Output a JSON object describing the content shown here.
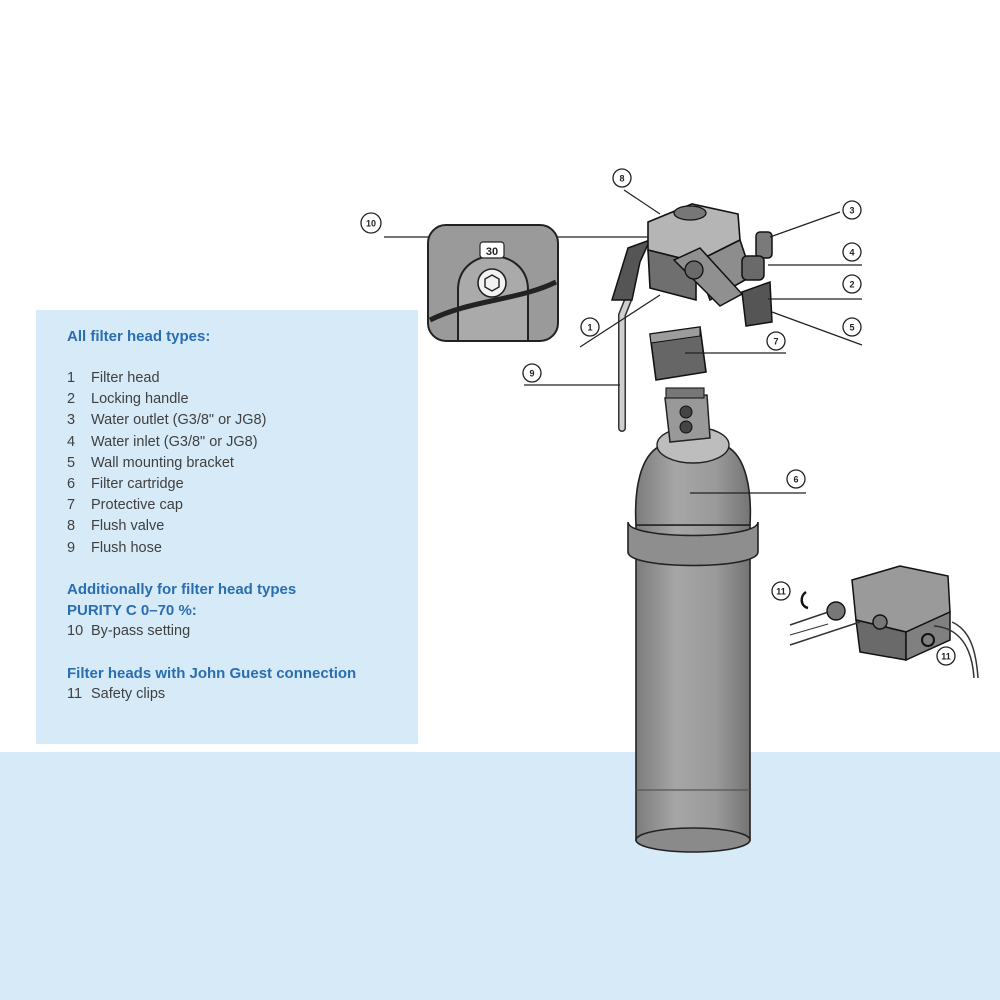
{
  "legend": {
    "heading_all": "All filter head types:",
    "items_all": [
      {
        "num": "1",
        "label": "Filter head"
      },
      {
        "num": "2",
        "label": "Locking handle"
      },
      {
        "num": "3",
        "label": "Water outlet (G3/8\" or JG8)"
      },
      {
        "num": "4",
        "label": "Water inlet (G3/8\" or JG8)"
      },
      {
        "num": "5",
        "label": "Wall mounting bracket"
      },
      {
        "num": "6",
        "label": "Filter cartridge"
      },
      {
        "num": "7",
        "label": "Protective cap"
      },
      {
        "num": "8",
        "label": "Flush valve"
      },
      {
        "num": "9",
        "label": "Flush hose"
      }
    ],
    "heading_additional_line1": "Additionally for filter head types",
    "heading_additional_line2": "PURITY C 0–70 %:",
    "items_additional": [
      {
        "num": "10",
        "label": "By-pass setting"
      }
    ],
    "heading_john_guest": "Filter heads with John Guest connection",
    "items_john_guest": [
      {
        "num": "11",
        "label": "Safety clips"
      }
    ]
  },
  "diagram": {
    "bypass_value": "30",
    "callouts": [
      "1",
      "2",
      "3",
      "4",
      "5",
      "6",
      "7",
      "8",
      "9",
      "10",
      "11"
    ],
    "colors": {
      "panel_bg": "#d6eaf8",
      "heading_blue": "#2a6eb0",
      "part_gray": "#9c9c9c",
      "part_dark": "#4a4a4a"
    }
  }
}
